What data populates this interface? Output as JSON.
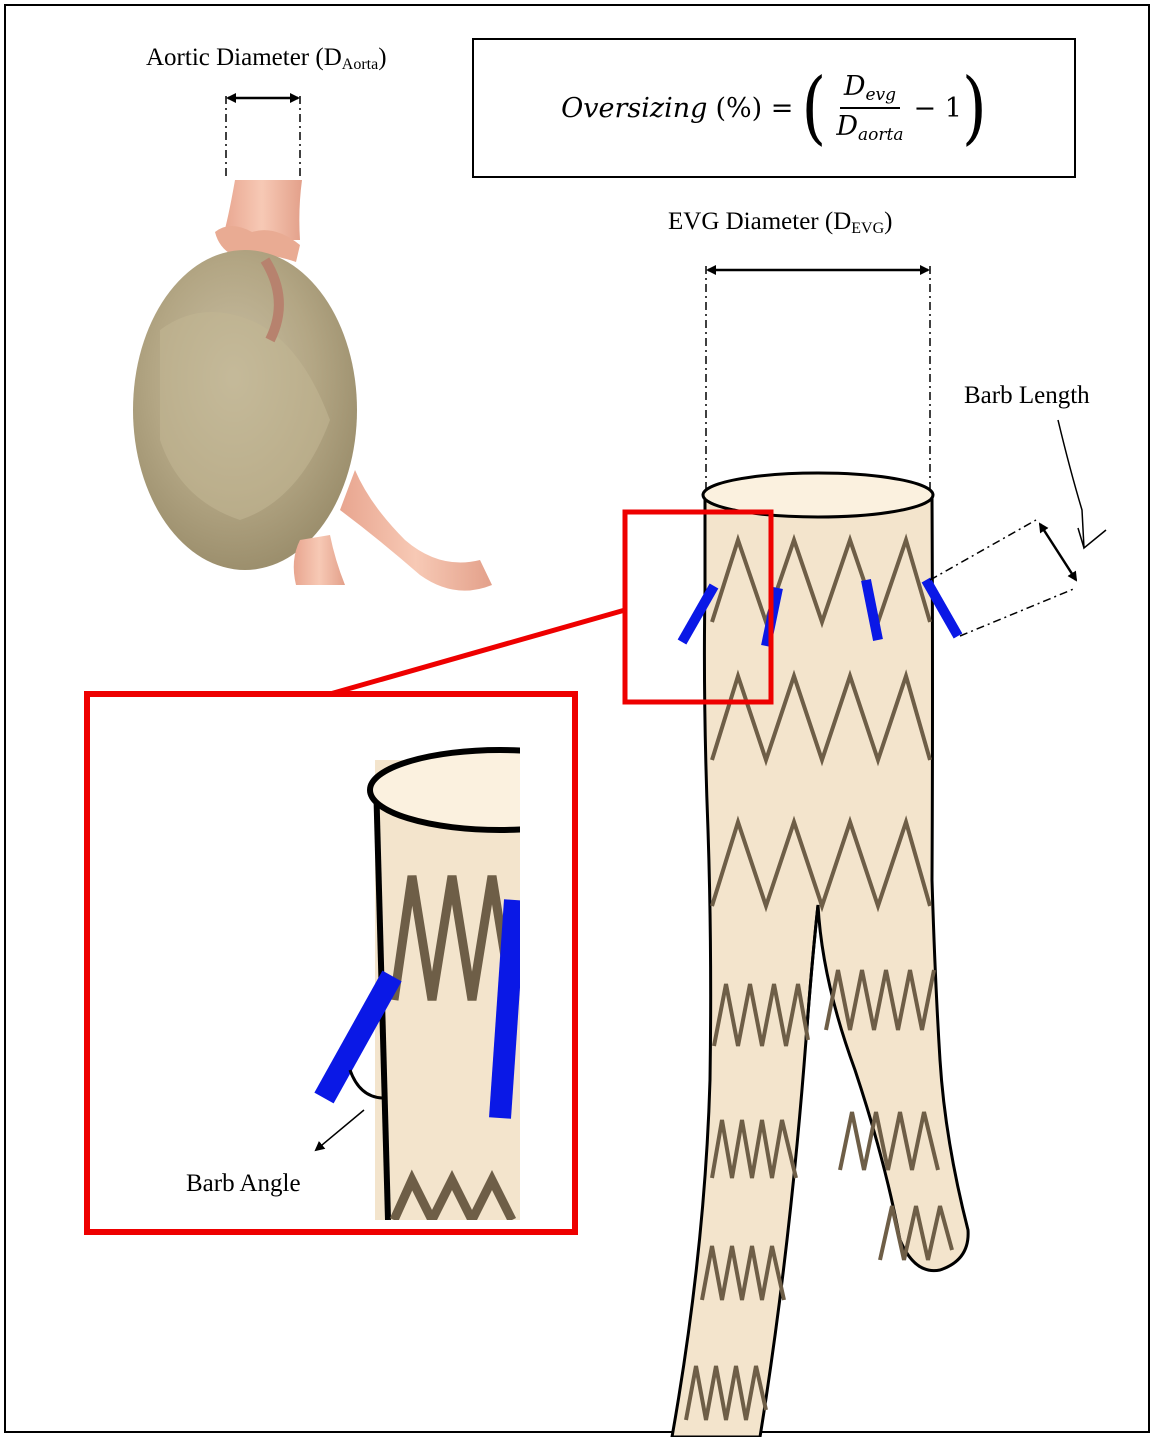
{
  "labels": {
    "aortic_diameter": "Aortic Diameter (D",
    "aortic_sub": "Aorta",
    "evg_diameter": "EVG Diameter (D",
    "evg_sub": "EVG",
    "close_paren": ")",
    "barb_length": "Barb Length",
    "barb_angle": "Barb Angle"
  },
  "formula": {
    "lhs": "Oversizing",
    "percent": "(%) =",
    "numerator": "D",
    "numerator_sub": "evg",
    "denominator": "D",
    "denominator_sub": "aorta",
    "minus_one": "− 1"
  },
  "colors": {
    "graft_fill": "#f3e4cc",
    "stent_wire": "#6e5e47",
    "barb": "#0a18e6",
    "zoom_box": "#ee0000",
    "aneurysm": "#b7a88a"
  }
}
